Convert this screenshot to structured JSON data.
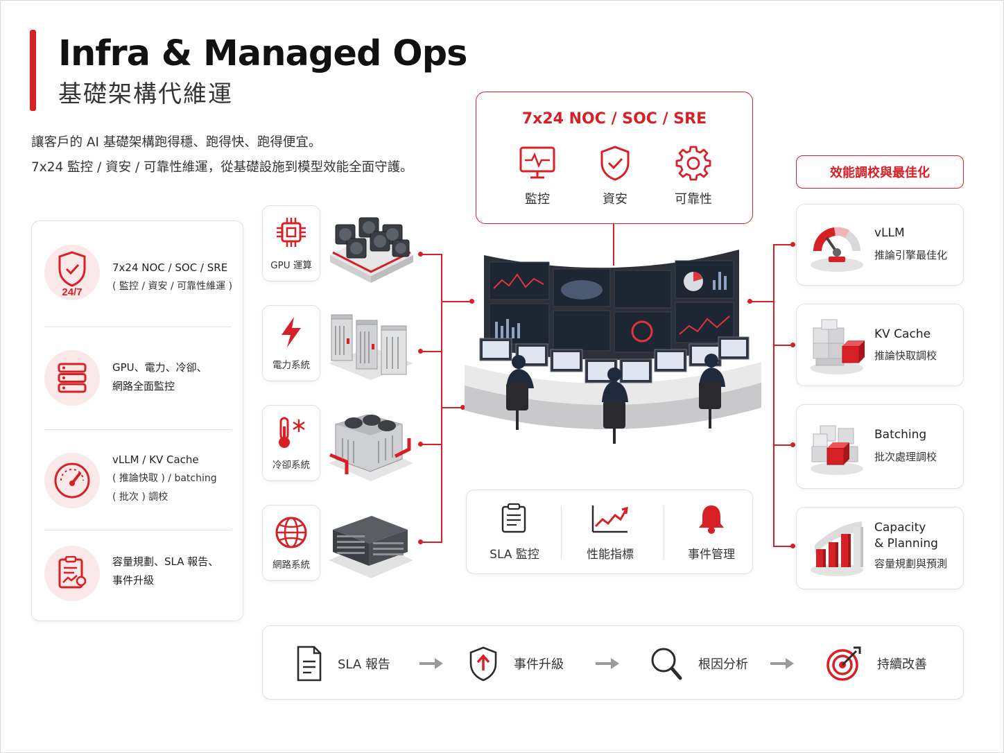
{
  "header": {
    "title_en": "Infra & Managed Ops",
    "title_zh": "基礎架構代維運",
    "desc_line1": "讓客戶的 AI 基礎架構跑得穩、跑得快、跑得便宜。",
    "desc_line2": "7x24 監控 / 資安 / 可靠性維運，從基礎設施到模型效能全面守護。"
  },
  "left_features": [
    {
      "icon": "shield-check-icon",
      "badge": "24/7",
      "line1": "7x24 NOC / SOC / SRE",
      "line2": "( 監控 / 資安 / 可靠性維運 )"
    },
    {
      "icon": "server-icon",
      "line1": "GPU、電力、冷卻、",
      "line2": "網路全面監控"
    },
    {
      "icon": "gauge-icon",
      "line1": "vLLM / KV Cache",
      "line2": "( 推論快取 ) / batching",
      "line3": "( 批次 ) 調校"
    },
    {
      "icon": "report-icon",
      "line1": "容量規劃、SLA 報告、",
      "line2": "事件升級"
    }
  ],
  "equipment": [
    {
      "icon": "chip-icon",
      "label": "GPU 運算"
    },
    {
      "icon": "lightning-icon",
      "label": "電力系統"
    },
    {
      "icon": "thermometer-snow-icon",
      "label": "冷卻系統"
    },
    {
      "icon": "globe-icon",
      "label": "網路系統"
    }
  ],
  "noc": {
    "title": "7x24 NOC / SOC / SRE",
    "items": [
      {
        "icon": "monitor-pulse-icon",
        "label": "監控"
      },
      {
        "icon": "shield-check-icon",
        "label": "資安"
      },
      {
        "icon": "gear-icon",
        "label": "可靠性"
      }
    ]
  },
  "center_metrics": [
    {
      "icon": "clipboard-list-icon",
      "label": "SLA 監控"
    },
    {
      "icon": "trend-chart-icon",
      "label": "性能指標"
    },
    {
      "icon": "bell-icon",
      "label": "事件管理"
    }
  ],
  "perf": {
    "title": "效能調校與最佳化",
    "items": [
      {
        "icon": "gauge-3d-icon",
        "title": "vLLM",
        "sub": "推論引擎最佳化"
      },
      {
        "icon": "cubes-icon",
        "title": "KV Cache",
        "sub": "推論快取調校"
      },
      {
        "icon": "blocks-icon",
        "title": "Batching",
        "sub": "批次處理調校"
      },
      {
        "icon": "bar-chart-3d-icon",
        "title": "Capacity",
        "title2": "& Planning",
        "sub": "容量規劃與預測"
      }
    ]
  },
  "flow": [
    {
      "icon": "document-icon",
      "label": "SLA 報告"
    },
    {
      "icon": "shield-up-icon",
      "label": "事件升級"
    },
    {
      "icon": "magnifier-icon",
      "label": "根因分析"
    },
    {
      "icon": "target-icon",
      "label": "持續改善"
    }
  ],
  "colors": {
    "accent": "#d71f26",
    "text": "#2b2b2b",
    "border": "#e1e1e1"
  }
}
